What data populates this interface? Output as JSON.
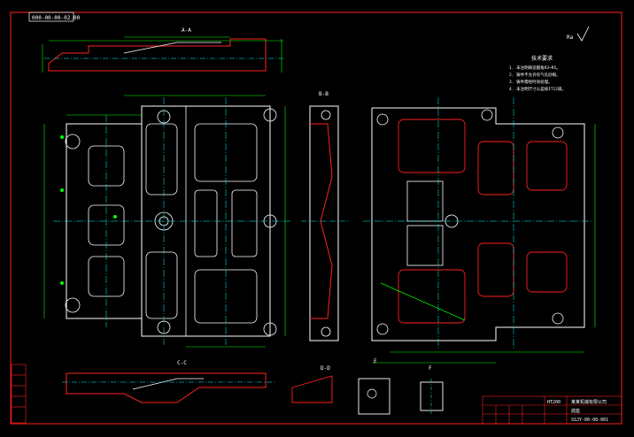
{
  "drawing": {
    "code_box": "000-00-00-02.00",
    "section_labels": {
      "aa": "A-A",
      "bb": "B-B",
      "cc": "C-C",
      "dd": "D-D",
      "ee": "E",
      "ff": "F"
    },
    "notes_title": "技术要求",
    "notes": [
      "1. 未注明铸造圆角R3~R5。",
      "2. 铸件不允许有气孔砂眼。",
      "3. 铸件需经时效处理。",
      "4. 未注明尺寸公差按IT12级。"
    ],
    "roughness_mark": "Ra",
    "title_block": {
      "company": "某某机械有限公司",
      "part_name": "底座",
      "material": "HT200",
      "drawing_no": "SSJY-00-00-001"
    }
  },
  "colors": {
    "frame": "#ff2020",
    "outline": "#ffffff",
    "dimension": "#00ff00",
    "centerline": "#00ffff",
    "text": "#ffff00"
  }
}
